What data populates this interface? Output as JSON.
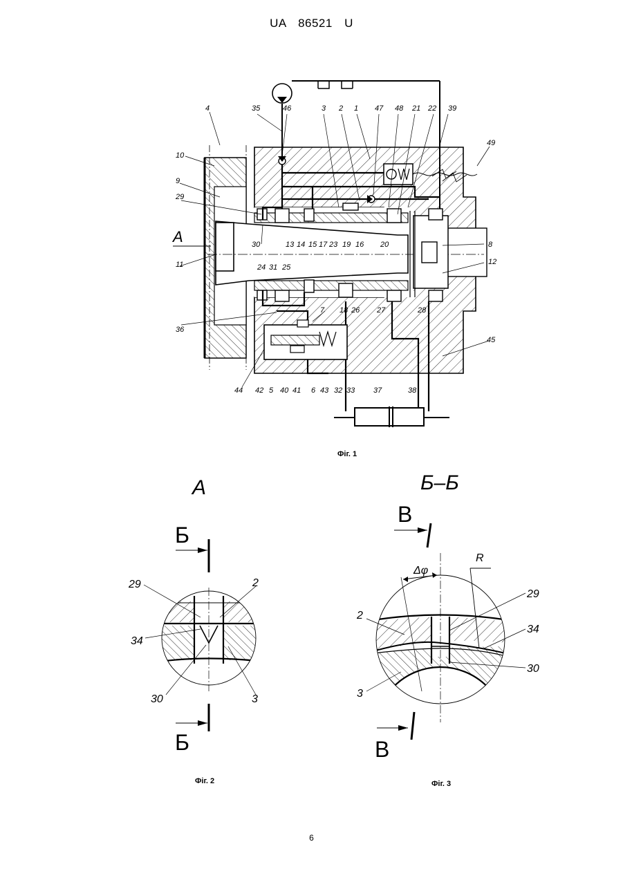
{
  "header": {
    "doc_code": "UA",
    "number": "86521",
    "kind": "U"
  },
  "figures": {
    "fig1": {
      "caption": "Фіг. 1",
      "section_label": "А",
      "labels": [
        "4",
        "35",
        "46",
        "3",
        "2",
        "1",
        "47",
        "48",
        "21",
        "22",
        "39",
        "49",
        "10",
        "9",
        "29",
        "30",
        "13",
        "14",
        "15",
        "17",
        "23",
        "19",
        "16",
        "20",
        "8",
        "11",
        "12",
        "24",
        "31",
        "25",
        "18",
        "26",
        "27",
        "28",
        "36",
        "7",
        "45",
        "44",
        "42",
        "5",
        "40",
        "41",
        "6",
        "43",
        "32",
        "33",
        "37",
        "38"
      ]
    },
    "fig2": {
      "caption": "Фіг. 2",
      "title": "А",
      "cut_label_top": "Б",
      "cut_label_bottom": "Б",
      "labels": [
        "29",
        "2",
        "34",
        "30",
        "3"
      ]
    },
    "fig3": {
      "caption": "Фіг. 3",
      "title": "Б–Б",
      "cut_label_top": "В",
      "cut_label_bottom": "В",
      "angle_label": "Δφ",
      "radius_label": "R",
      "labels": [
        "29",
        "2",
        "34",
        "30",
        "3"
      ]
    }
  },
  "page_number": "6"
}
